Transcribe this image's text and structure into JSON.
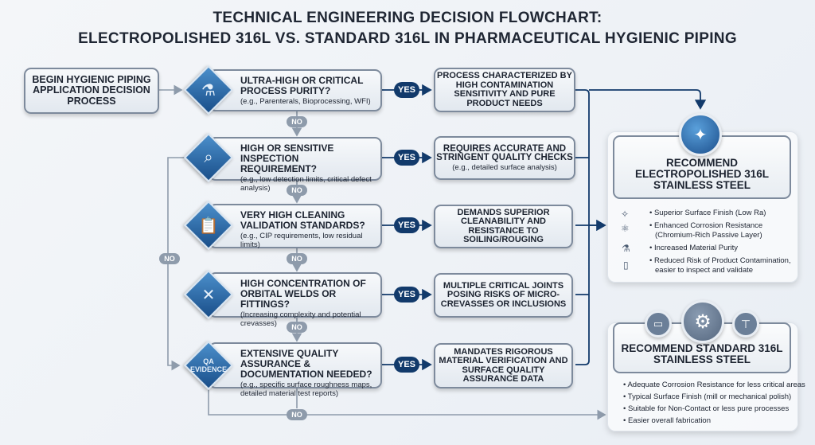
{
  "title": {
    "line1": "TECHNICAL ENGINEERING DECISION FLOWCHART:",
    "line2": "ELECTROPOLISHED 316L VS. STANDARD 316L IN PHARMACEUTICAL HYGIENIC PIPING"
  },
  "start": "BEGIN HYGIENIC PIPING APPLICATION DECISION PROCESS",
  "decisions": [
    {
      "question": "ULTRA-HIGH OR CRITICAL PROCESS PURITY?",
      "detail": "(e.g., Parenterals, Bioprocessing, WFI)",
      "icon": "flask-icon",
      "result": "PROCESS CHARACTERIZED BY HIGH CONTAMINATION SENSITIVITY AND PURE PRODUCT NEEDS",
      "result_detail": ""
    },
    {
      "question": "HIGH OR SENSITIVE INSPECTION REQUIREMENT?",
      "detail": "(e.g., low detection limits, critical defect analysis)",
      "icon": "magnifier-icon",
      "result": "REQUIRES ACCURATE AND STRINGENT QUALITY CHECKS",
      "result_detail": "(e.g., detailed surface analysis)"
    },
    {
      "question": "VERY HIGH CLEANING VALIDATION STANDARDS?",
      "detail": "(e.g., CIP requirements, low residual limits)",
      "icon": "clipboard-check-icon",
      "result": "DEMANDS SUPERIOR CLEANABILITY AND RESISTANCE TO SOILING/ROUGING",
      "result_detail": ""
    },
    {
      "question": "HIGH CONCENTRATION OF ORBITAL WELDS OR FITTINGS?",
      "detail": "(Increasing complexity and potential crevasses)",
      "icon": "pipe-cross-icon",
      "result": "MULTIPLE CRITICAL JOINTS POSING RISKS OF MICRO-CREVASSES OR INCLUSIONS",
      "result_detail": ""
    },
    {
      "question": "EXTENSIVE QUALITY ASSURANCE & DOCUMENTATION NEEDED?",
      "detail": "(e.g., specific surface roughness maps, detailed material test reports)",
      "icon": "qa-evidence-icon",
      "icon_text": "QA EVIDENCE",
      "result": "MANDATES RIGOROUS MATERIAL VERIFICATION AND SURFACE QUALITY ASSURANCE DATA",
      "result_detail": ""
    }
  ],
  "labels": {
    "yes": "YES",
    "no": "NO"
  },
  "electropolished": {
    "title": "RECOMMEND ELECTROPOLISHED 316L STAINLESS STEEL",
    "bullets": [
      "Superior Surface Finish (Low Ra)",
      "Enhanced Corrosion Resistance (Chromium-Rich Passive Layer)",
      "Increased Material Purity",
      "Reduced Risk of Product Contamination, easier to inspect and validate"
    ]
  },
  "standard": {
    "title": "RECOMMEND STANDARD 316L STAINLESS STEEL",
    "bullets": [
      "Adequate Corrosion Resistance for less critical areas",
      "Typical Surface Finish (mill or mechanical polish)",
      "Suitable for Non-Contact or less pure processes",
      "Easier overall fabrication"
    ]
  },
  "colors": {
    "navy": "#123a6b",
    "diamond": "#2a6aab",
    "connector_gray": "#8e9bab"
  }
}
